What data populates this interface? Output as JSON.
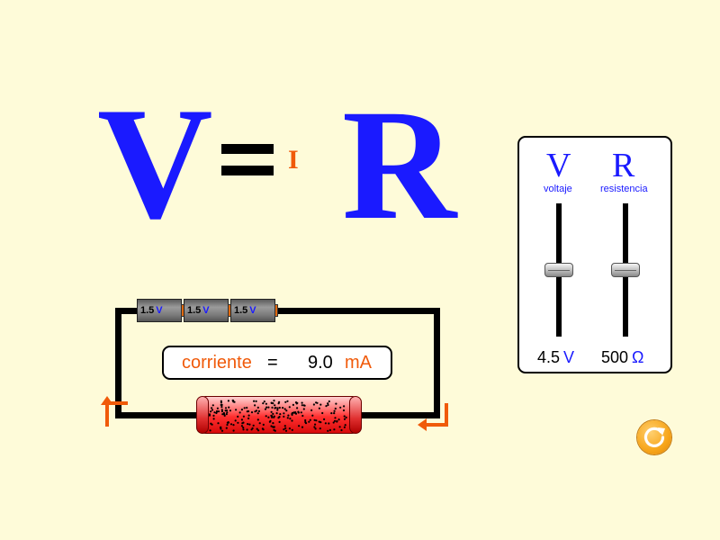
{
  "equation": {
    "v": "V",
    "equals": "=",
    "i": "I",
    "r": "R"
  },
  "circuit": {
    "batteries": [
      {
        "value": "1.5",
        "unit": "V"
      },
      {
        "value": "1.5",
        "unit": "V"
      },
      {
        "value": "1.5",
        "unit": "V"
      }
    ],
    "current": {
      "label": "corriente",
      "equals": "=",
      "value": "9.0",
      "unit": "mA"
    }
  },
  "panel": {
    "voltage": {
      "letter": "V",
      "label": "voltaje",
      "value": "4.5",
      "unit": "V",
      "slider_fraction": 0.5
    },
    "resistance": {
      "letter": "R",
      "label": "resistencia",
      "value": "500",
      "unit": "Ω",
      "slider_fraction": 0.5
    }
  },
  "colors": {
    "background": "#fefbd9",
    "blue": "#1a1aff",
    "orange": "#f05a0a",
    "resistor": "#ff2f2f"
  },
  "icons": {
    "reset": "reset-icon",
    "flow_arrow": "arrow-icon"
  }
}
